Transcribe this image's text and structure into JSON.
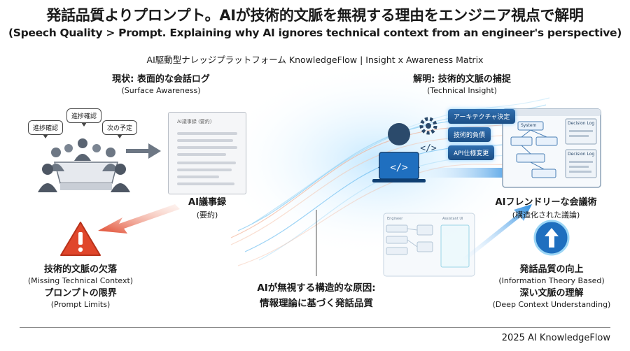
{
  "header": {
    "title": "発話品質よりプロンプト。AIが技術的文脈を無視する理由をエンジニア視点で解明",
    "subtitle": "(Speech Quality > Prompt. Explaining why AI ignores technical context from an engineer's perspective)",
    "tagline": "AI駆動型ナレッジプラットフォーム KnowledgeFlow | Insight x Awareness Matrix"
  },
  "left": {
    "heading": "現状: 表面的な会話ログ",
    "heading_en": "(Surface Awareness)",
    "bubbles": [
      "進捗確認",
      "進捗確認",
      "次の予定"
    ],
    "doc_title": "AI議事録 (要約)",
    "doc_label": "AI議事録",
    "doc_label_en": "(要約)",
    "problem1": "技術的文脈の欠落",
    "problem1_en": "(Missing Technical Context)",
    "problem2": "プロンプトの限界",
    "problem2_en": "(Prompt Limits)"
  },
  "center": {
    "line1": "AIが無視する構造的な原因:",
    "line2": "情報理論に基づく発話品質"
  },
  "right": {
    "heading": "解明: 技術的文脈の捕捉",
    "heading_en": "(Technical Insight)",
    "tags": [
      "アーキテクチャ決定",
      "技術的負債",
      "API仕様変更"
    ],
    "screen": {
      "system": "System",
      "log1": "Decision Log",
      "log2": "Decision Log"
    },
    "screen2": {
      "a": "Engineer",
      "b": "Assistant UI"
    },
    "result": "AIフレンドリーな会議術",
    "result_en": "(構造化された議論)",
    "benefit1": "発話品質の向上",
    "benefit1_en": "(Information Theory Based)",
    "benefit2": "深い文脈の理解",
    "benefit2_en": "(Deep Context Understanding)"
  },
  "footer": {
    "text": "2025 AI KnowledgeFlow"
  },
  "colors": {
    "arrow_blue": "#2f8fe0",
    "warn_red": "#e0462b",
    "accent": "#1c4f86"
  }
}
